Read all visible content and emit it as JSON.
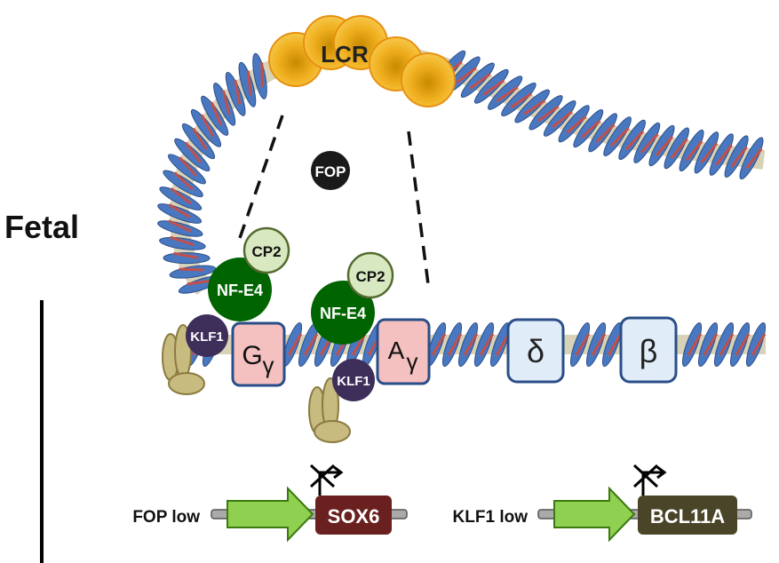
{
  "stage_label": "Fetal",
  "lcr": {
    "label": "LCR"
  },
  "fop_bubble": {
    "label": "FOP"
  },
  "cp2_top": {
    "label": "CP2"
  },
  "nfe4_top": {
    "label": "NF-E4"
  },
  "klf1_top": {
    "label": "KLF1"
  },
  "cp2_mid": {
    "label": "CP2"
  },
  "nfe4_mid": {
    "label": "NF-E4"
  },
  "klf1_mid": {
    "label": "KLF1"
  },
  "genes": {
    "g_gamma": {
      "base": "G",
      "sub": "γ"
    },
    "a_gamma": {
      "base": "A",
      "sub": "γ"
    },
    "delta": {
      "label": "δ"
    },
    "beta": {
      "label": "β"
    }
  },
  "repressors": [
    {
      "condition": "FOP low",
      "gene": "SOX6",
      "color": "#6b2020"
    },
    {
      "condition": "KLF1 low",
      "gene": "BCL11A",
      "color": "#4a4528"
    }
  ],
  "colors": {
    "helix_blue": "#4a78c0",
    "helix_red": "#c0504d",
    "backbone": "#d8d3b8",
    "lcr_orange": "#f0b020",
    "nfe4_green": "#006400",
    "cp2_light": "#d8e8c0",
    "klf1_purple": "#3d2e5a",
    "gamma_box": "#f4c0c0",
    "beta_box": "#e0ecf8",
    "arrow_green": "#90d050"
  }
}
